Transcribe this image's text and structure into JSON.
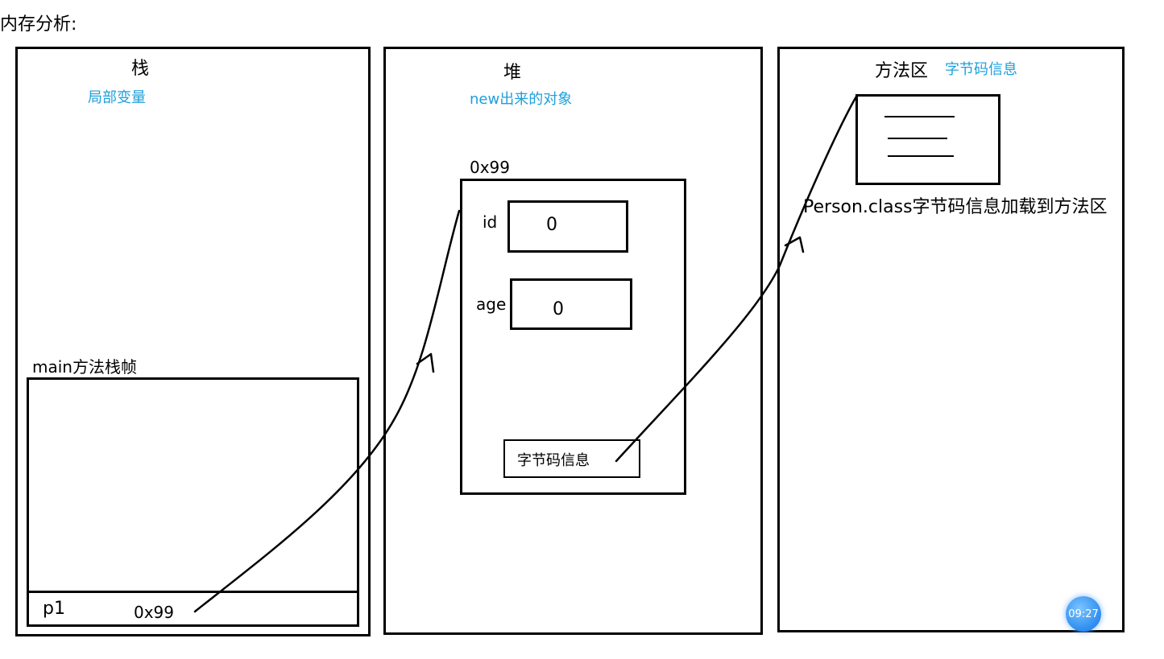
{
  "title": "内存分析:",
  "stack": {
    "label": "栈",
    "subtitle": "局部变量",
    "frame_label": "main方法栈帧",
    "var_name": "p1",
    "var_value": "0x99"
  },
  "heap": {
    "label": "堆",
    "subtitle": "new出来的对象",
    "object_address": "0x99",
    "fields": [
      {
        "name": "id",
        "value": "0"
      },
      {
        "name": "age",
        "value": "0"
      }
    ],
    "bytecode_ref": "字节码信息"
  },
  "method_area": {
    "label": "方法区",
    "subtitle": "字节码信息",
    "note": "Person.class字节码信息加载到方法区"
  },
  "timer": "09:27",
  "colors": {
    "accent_blue": "#1ea0dc",
    "ink": "#000000",
    "timer_blue": "#2d8cf0"
  }
}
